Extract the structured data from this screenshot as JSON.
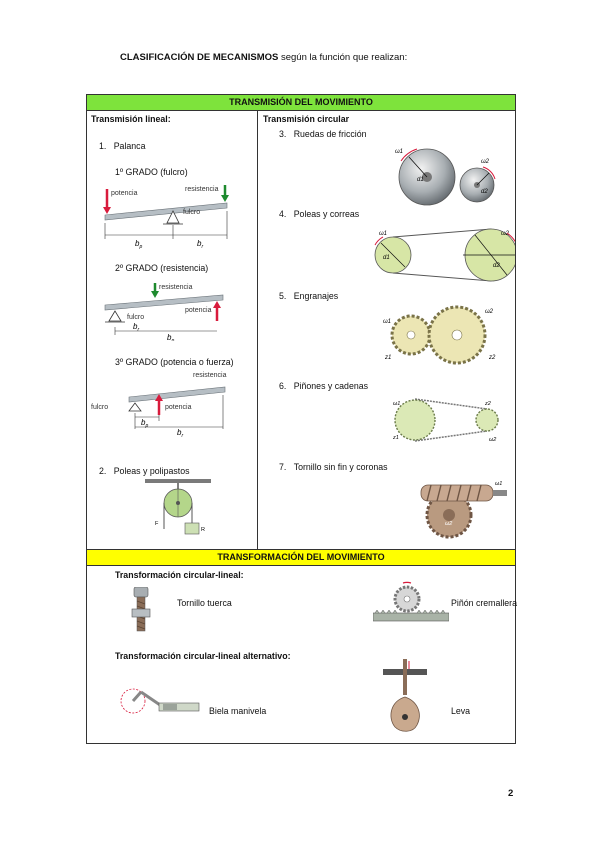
{
  "title": {
    "bold": "CLASIFICACIÓN DE MECANISMOS",
    "rest": " según la función que realizan:"
  },
  "transmision": {
    "header": "TRANSMISIÓN DEL MOVIMIENTO",
    "lineal": {
      "heading": "Transmisión lineal:",
      "items": [
        {
          "num": "1.",
          "label": "Palanca"
        },
        {
          "num": "2.",
          "label": "Poleas y polipastos"
        }
      ],
      "grados": [
        "1º GRADO (fulcro)",
        "2º GRADO (resistencia)",
        "3º GRADO (potencia o fuerza)"
      ],
      "diagram_labels": {
        "potencia": "potencia",
        "resistencia": "resistencia",
        "fulcro": "fulcro",
        "bp": "b",
        "bp_sub": "p",
        "br": "b",
        "br_sub": "r",
        "polea_f": "F",
        "polea_r": "R"
      }
    },
    "circular": {
      "heading": "Transmisión circular",
      "items": [
        {
          "num": "3.",
          "label": "Ruedas de fricción"
        },
        {
          "num": "4.",
          "label": "Poleas y correas"
        },
        {
          "num": "5.",
          "label": "Engranajes"
        },
        {
          "num": "6.",
          "label": "Piñones y cadenas"
        },
        {
          "num": "7.",
          "label": "Tornillo sin fin y coronas"
        }
      ],
      "diagram_labels": {
        "w1": "ω1",
        "w2": "ω2",
        "d1": "d1",
        "d2": "d2",
        "z1": "z1",
        "z2": "z2"
      }
    }
  },
  "transformacion": {
    "header": "TRANSFORMACIÓN DEL MOVIMIENTO",
    "circular_lineal": {
      "heading": "Transformación circular-lineal:",
      "items": [
        "Tornillo tuerca",
        "Piñón cremallera"
      ]
    },
    "alternativo": {
      "heading": "Transformación circular-lineal alternativo:",
      "items": [
        "Biela manivela",
        "Leva"
      ]
    }
  },
  "page_number": "2",
  "colors": {
    "green_bar": "#7ee33c",
    "yellow_bar": "#ffff00",
    "arrow_red": "#d81b3c",
    "arrow_green": "#1e8a2e"
  }
}
